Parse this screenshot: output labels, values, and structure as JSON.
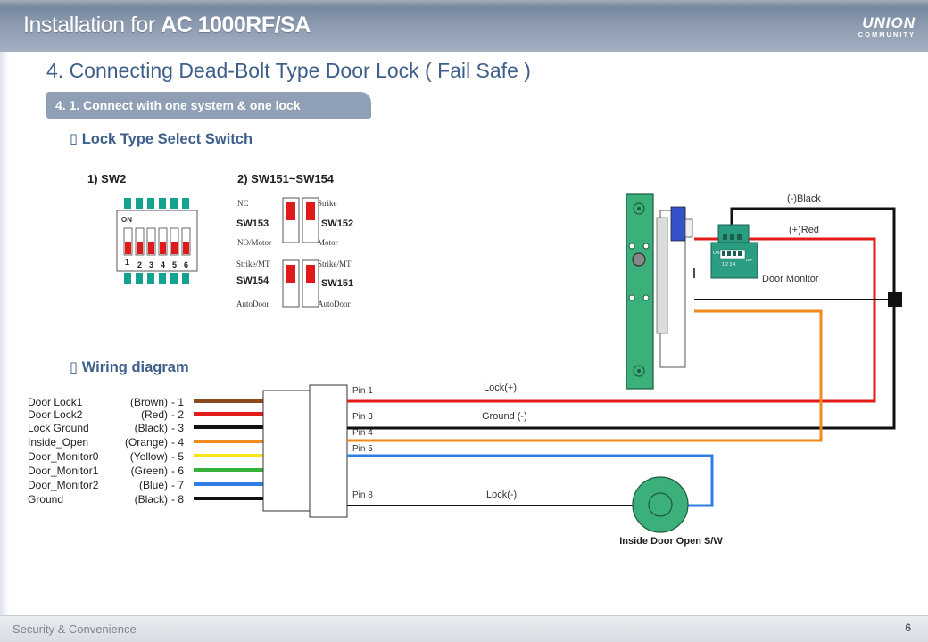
{
  "header": {
    "title_prefix": "Installation for ",
    "title_model": "AC 1000RF/SA",
    "brand_main": "UNION",
    "brand_sub": "COMMUNITY"
  },
  "page_title": "4. Connecting Dead-Bolt Type Door Lock ( Fail Safe )",
  "section": "4. 1. Connect with one system & one lock",
  "headings": {
    "lock_type": "Lock Type Select Switch",
    "wiring": "Wiring diagram"
  },
  "sw2": {
    "title": "1) SW2",
    "on_label": "ON",
    "numbers": [
      "1",
      "2",
      "3",
      "4",
      "5",
      "6"
    ]
  },
  "sw151_154": {
    "title": "2) SW151~SW154",
    "sw153": {
      "top": "NC",
      "name": "SW153",
      "bottom": "NO/Motor"
    },
    "sw152": {
      "top": "Strike",
      "name": "SW152",
      "bottom": "Motor"
    },
    "sw154": {
      "top": "Strike/MT",
      "name": "SW154",
      "bottom": "AutoDoor"
    },
    "sw151": {
      "top": "Strike/MT",
      "name": "SW151",
      "bottom": "AutoDoor"
    }
  },
  "wires": [
    {
      "label": "Door Lock1",
      "color_name": "(Brown)",
      "num": "- 1",
      "hex": "#8b4a1c"
    },
    {
      "label": "Door Lock2",
      "color_name": "(Red)",
      "num": "- 2",
      "hex": "#e31b1b"
    },
    {
      "label": "Lock Ground",
      "color_name": "(Black)",
      "num": "- 3",
      "hex": "#111111"
    },
    {
      "label": "Inside_Open",
      "color_name": "(Orange)",
      "num": "- 4",
      "hex": "#f28a1e"
    },
    {
      "label": "Door_Monitor0",
      "color_name": "(Yellow)",
      "num": "- 5",
      "hex": "#f5e51a"
    },
    {
      "label": "Door_Monitor1",
      "color_name": "(Green)",
      "num": "- 6",
      "hex": "#35b23a"
    },
    {
      "label": "Door_Monitor2",
      "color_name": "(Blue)",
      "num": "- 7",
      "hex": "#2f7ee0"
    },
    {
      "label": "Ground",
      "color_name": "(Black)",
      "num": "- 8",
      "hex": "#111111"
    }
  ],
  "pins": {
    "pin1": "Pin 1",
    "pin3": "Pin 3",
    "pin4": "Pin 4",
    "pin5": "Pin 5",
    "pin8": "Pin 8"
  },
  "line_labels": {
    "lock_plus": "Lock(+)",
    "ground": "Ground  (-)",
    "lock_minus": "Lock(-)",
    "black": "(-)Black",
    "red": "(+)Red",
    "door_monitor": "Door Monitor"
  },
  "lock_module": {
    "on": "ON",
    "numbers": "1 2 3 4",
    "dip": "DIP"
  },
  "inside_switch_label": "Inside Door Open S/W",
  "footer": {
    "text": "Security & Convenience",
    "page": "6"
  },
  "colors": {
    "title_blue": "#3f5f8b",
    "header": "#8a99ae",
    "pill": "#8f9fb6",
    "lock_green": "#3bb07a",
    "switch_teal": "#2a9d83",
    "dip_red": "#e01a1a",
    "dip_teal": "#14a291"
  }
}
